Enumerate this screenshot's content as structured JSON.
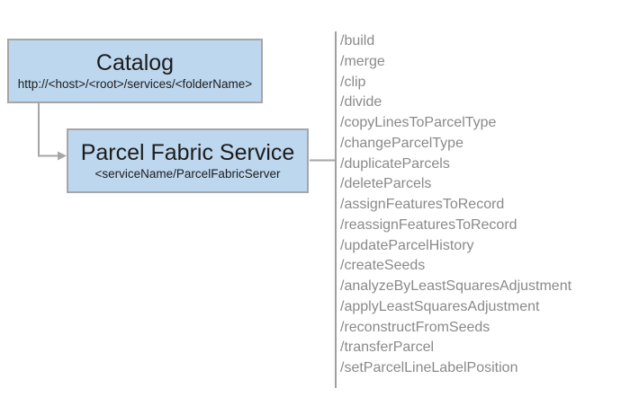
{
  "catalog_box": {
    "title": "Catalog",
    "subtitle": "http://<host>/<root>/services/<folderName>"
  },
  "service_box": {
    "title": "Parcel Fabric Service",
    "subtitle": "<serviceName/ParcelFabricServer"
  },
  "operations": [
    "/build",
    "/merge",
    "/clip",
    "/divide",
    "/copyLinesToParcelType",
    "/changeParcelType",
    "/duplicateParcels",
    "/deleteParcels",
    "/assignFeaturesToRecord",
    "/reassignFeaturesToRecord",
    "/updateParcelHistory",
    "/createSeeds",
    "/analyzeByLeastSquaresAdjustment",
    "/applyLeastSquaresAdjustment",
    "/reconstructFromSeeds",
    "/transferParcel",
    "/setParcelLineLabelPosition"
  ],
  "colors": {
    "background": "#FFFFFF",
    "box_fill": "#BDD7EE",
    "box_border": "#A6A6A6",
    "connector": "#A6A6A6",
    "divider": "#A0A0A0",
    "title_text": "#1C1C1C",
    "list_text": "#8A8A8A"
  }
}
